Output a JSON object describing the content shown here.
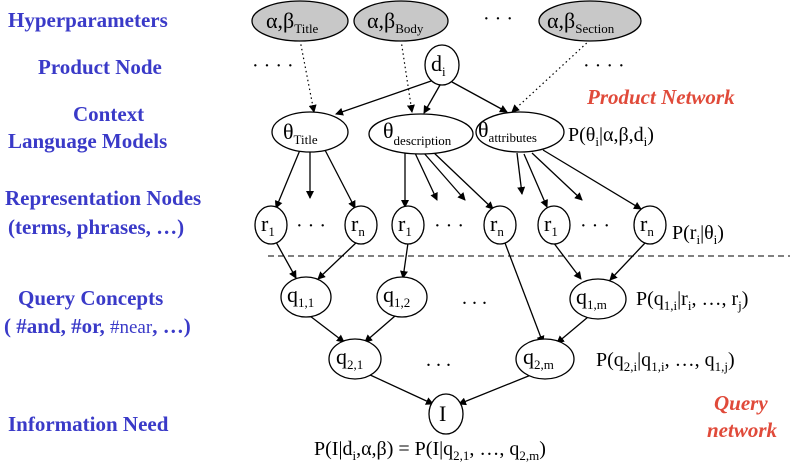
{
  "left_labels": {
    "hyperparameters": "Hyperparameters",
    "product_node": "Product Node",
    "context_lm_1": "Context",
    "context_lm_2": "Language Models",
    "representation_1": "Representation Nodes",
    "representation_2": "(terms, phrases, …)",
    "query_concepts_1": "Query Concepts",
    "query_concepts_2a": "( #and, #or, ",
    "query_concepts_2b": "#near",
    "query_concepts_2c": ", …)",
    "information_need": "Information Need"
  },
  "network_labels": {
    "product": "Product Network",
    "query_1": "Query",
    "query_2": "network"
  },
  "nodes": {
    "hyper_title": {
      "main": "α,β",
      "sub": "Title"
    },
    "hyper_body": {
      "main": "α,β",
      "sub": "Body"
    },
    "hyper_section": {
      "main": "α,β",
      "sub": "Section"
    },
    "doc": {
      "main": "d",
      "sub": "i"
    },
    "theta_title": {
      "main": "θ",
      "sub": "Title"
    },
    "theta_description": {
      "main": "θ",
      "sub": "description"
    },
    "theta_attributes": {
      "main": "θ",
      "sub": "attributes"
    },
    "r1": {
      "main": "r",
      "sub": "1"
    },
    "rn": {
      "main": "r",
      "sub": "n"
    },
    "q11": {
      "main": "q",
      "sub": "1,1"
    },
    "q12": {
      "main": "q",
      "sub": "1,2"
    },
    "q1m": {
      "main": "q",
      "sub": "1,m"
    },
    "q21": {
      "main": "q",
      "sub": "2,1"
    },
    "q2m": {
      "main": "q",
      "sub": "2,m"
    },
    "info": {
      "main": "I",
      "sub": ""
    }
  },
  "ellipsis": {
    "dots3": "· · ·",
    "dots4": "· · · ·",
    "dots3_plain": ". . ."
  },
  "probabilities": {
    "theta": {
      "t1": "P(θ",
      "s1": "i",
      "t2": "|α,β,d",
      "s2": "i",
      "t3": ")"
    },
    "r": {
      "t1": "P(r",
      "s1": "i",
      "t2": "|θ",
      "s2": "i",
      "t3": ")"
    },
    "q1": {
      "t1": "P(q",
      "s1": "1,i",
      "t2": "|r",
      "s2": "i",
      "t3": ", …, r",
      "s3": "j",
      "t4": ")"
    },
    "q2": {
      "t1": "P(q",
      "s1": "2,i",
      "t2": "|q",
      "s2": "1,i",
      "t3": ", …, q",
      "s3": "1,j",
      "t4": ")"
    },
    "final": {
      "t1": "P(I|d",
      "s1": "i",
      "t2": ",α,β) = P(I|q",
      "s2": "2,1",
      "t3": ", …, q",
      "s3": "2,m",
      "t4": ")"
    }
  },
  "colors": {
    "label": "#3a3ac8",
    "network": "#e04a3a",
    "hyper_fill": "#c8c8c8"
  }
}
